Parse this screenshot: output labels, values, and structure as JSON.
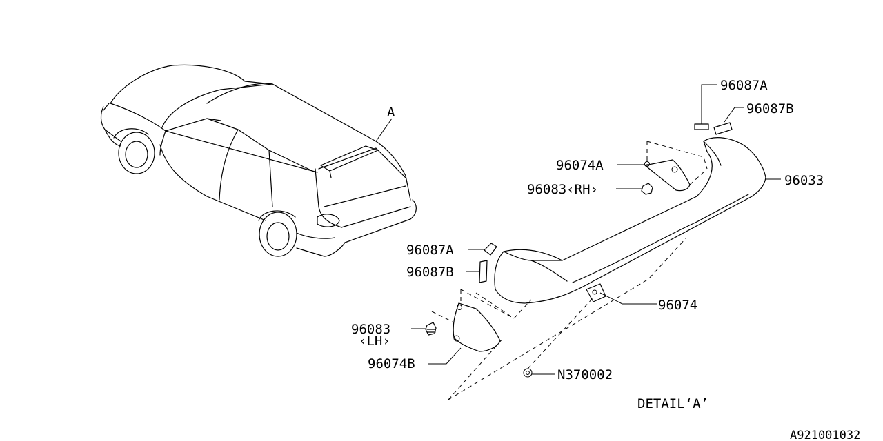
{
  "labels": {
    "detail_callout": "A",
    "p_96087A_top": "96087A",
    "p_96087B_top": "96087B",
    "p_96074A": "96074A",
    "p_96083_rh": "96083‹RH›",
    "p_96033": "96033",
    "p_96087A_left": "96087A",
    "p_96087B_left": "96087B",
    "p_96074": "96074",
    "p_96083_lh_num": "96083",
    "p_96083_lh_side": "‹LH›",
    "p_96074B": "96074B",
    "p_N370002": "N370002",
    "detail_title": "DETAIL‘A’",
    "diagram_code": "A921001032"
  }
}
